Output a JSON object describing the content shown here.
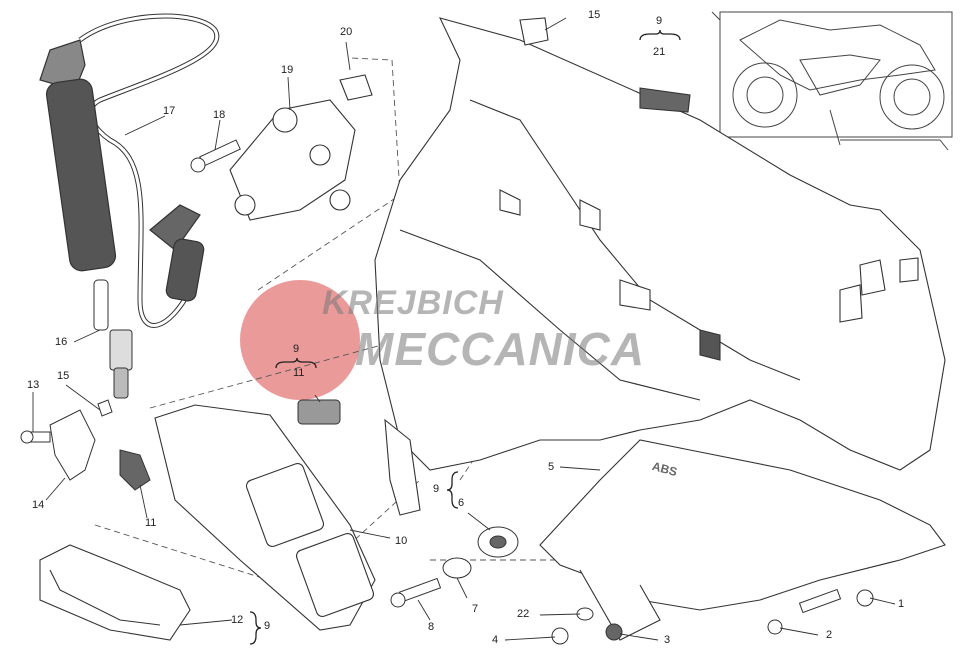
{
  "watermark": {
    "line1": "KREJBICH",
    "line2": "MECCANICA"
  },
  "decal_text": "ABS",
  "callouts": {
    "c1": "1",
    "c2": "2",
    "c3": "3",
    "c4": "4",
    "c5": "5",
    "c6": "6",
    "c7": "7",
    "c8": "8",
    "c9a": "9",
    "c9b": "9",
    "c9c": "9",
    "c9d": "9",
    "c10": "10",
    "c11a": "11",
    "c11b": "11",
    "c12": "12",
    "c13": "13",
    "c14": "14",
    "c15a": "15",
    "c15b": "15",
    "c16": "16",
    "c17": "17",
    "c18": "18",
    "c19": "19",
    "c20": "20",
    "c21": "21",
    "c22": "22"
  },
  "colors": {
    "logo_red": "#e88888",
    "line": "#333333",
    "part_fill": "#ffffff",
    "dark_part": "#555555"
  }
}
